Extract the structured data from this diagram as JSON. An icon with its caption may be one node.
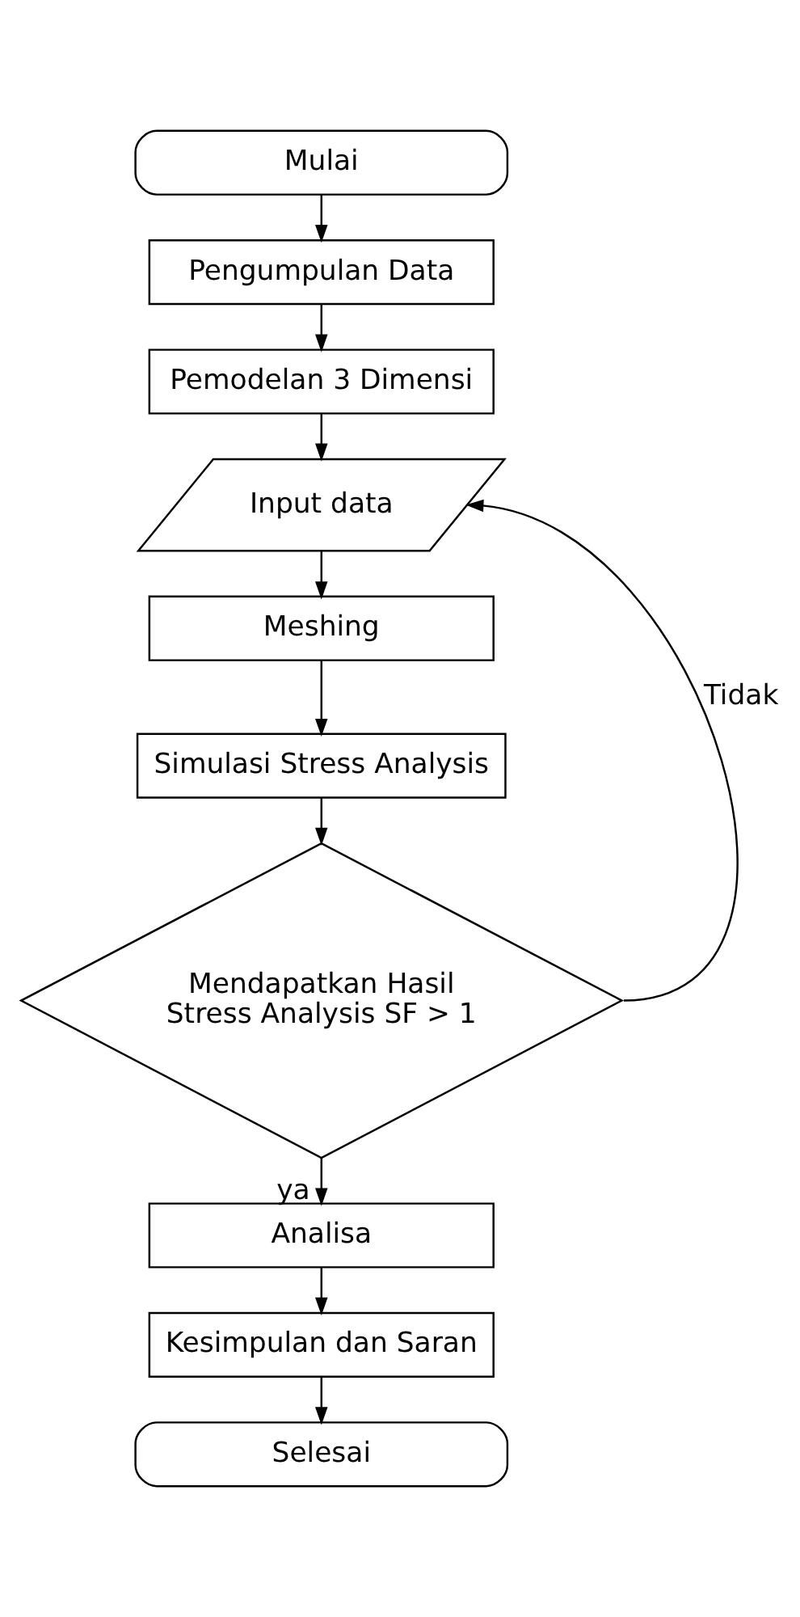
{
  "diagram": {
    "nodes": [
      {
        "text": [
          "Mulai"
        ]
      },
      {
        "text": [
          "Pengumpulan Data"
        ]
      },
      {
        "text": [
          "Pemodelan 3 Dimensi"
        ]
      },
      {
        "text": [
          "Input data"
        ]
      },
      {
        "text": [
          "Meshing"
        ]
      },
      {
        "text": [
          "Simulasi Stress Analysis"
        ]
      },
      {
        "text": [
          "Mendapatkan Hasil Stress Analysis SF > 1"
        ]
      },
      {
        "text": [
          "Analisa"
        ]
      },
      {
        "text": [
          "Kesimpulan dan Saran"
        ]
      },
      {
        "text": [
          "Selesai"
        ]
      }
    ],
    "edges": [
      {
        "from": 0,
        "to": 1,
        "arrow": "to"
      },
      {
        "from": 1,
        "to": 2,
        "arrow": "to"
      },
      {
        "from": 2,
        "to": 3,
        "arrow": "to"
      },
      {
        "from": 3,
        "to": 4,
        "arrow": "to"
      },
      {
        "from": 4,
        "to": 5,
        "arrow": "to"
      },
      {
        "from": 5,
        "to": 6,
        "arrow": "to"
      },
      {
        "from": 6,
        "to": 3,
        "arrow": "to",
        "label": "Tidak"
      },
      {
        "from": 6,
        "to": 7,
        "arrow": "to",
        "label": "ya"
      },
      {
        "from": 7,
        "to": 8,
        "arrow": "to"
      },
      {
        "from": 8,
        "to": 9,
        "arrow": "to"
      }
    ]
  }
}
